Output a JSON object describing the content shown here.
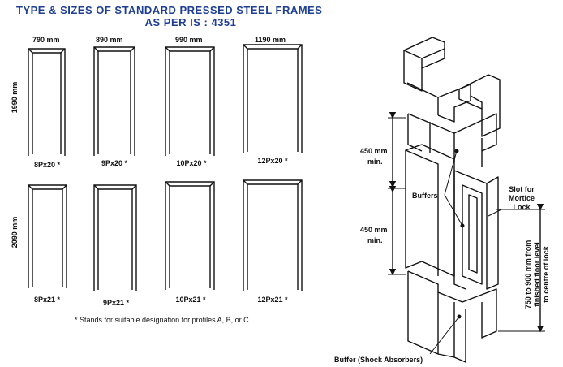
{
  "heading": {
    "line1": "TYPE & SIZES OF STANDARD PRESSED STEEL FRAMES",
    "line2": "AS PER IS : 4351"
  },
  "frames_top": {
    "widths": [
      "790 mm",
      "890 mm",
      "990 mm",
      "1190 mm"
    ],
    "height": "1990 mm",
    "designations": [
      "8Px20 *",
      "9Px20 *",
      "10Px20 *",
      "12Px20 *"
    ]
  },
  "frames_bottom": {
    "height": "2090 mm",
    "designations": [
      "8Px21 *",
      "9Px21 *",
      "10Px21 *",
      "12Px21 *"
    ]
  },
  "footnote": "* Stands for suitable designation for profiles A, B, or C.",
  "isometric": {
    "dim_upper_value": "450 mm",
    "dim_upper_unit": "min.",
    "dim_lower_value": "450 mm",
    "dim_lower_unit": "min.",
    "buffers": "Buffers",
    "slot_line1": "Slot for",
    "slot_line2": "Mortice",
    "slot_line3": "Lock",
    "side_line1": "750 to 900 mm from",
    "side_line2": "finished floor level",
    "side_line3": "to centre of lock",
    "bottom_buffer": "Buffer (Shock Absorbers)"
  }
}
